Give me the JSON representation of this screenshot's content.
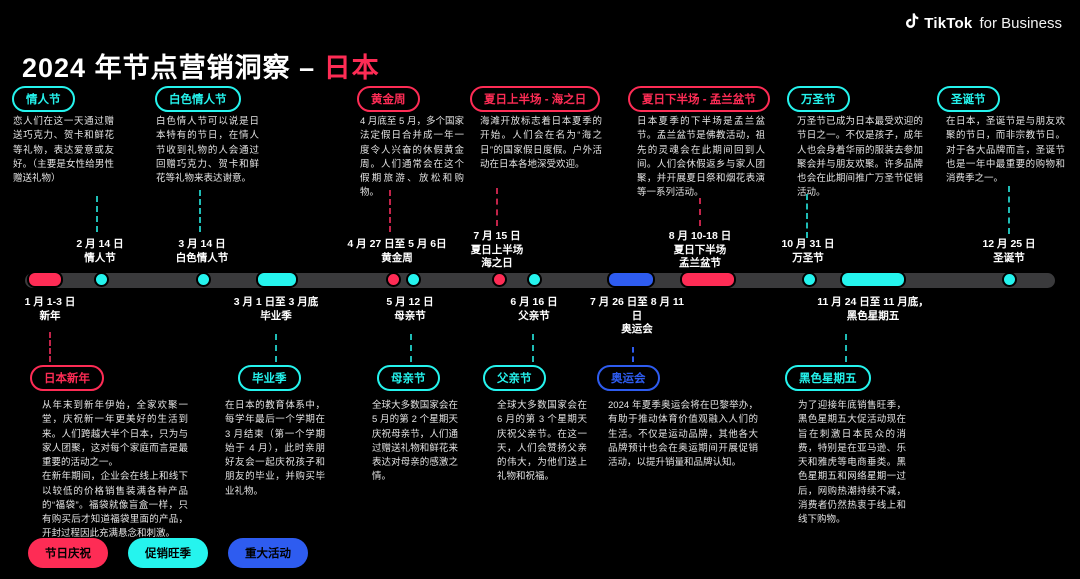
{
  "header": {
    "title_main": "2024 年节点营销洞察 –",
    "title_accent": "日本",
    "logo_wordmark": "TikTok",
    "logo_suffix": "for Business"
  },
  "colors": {
    "pink": "#FE2C55",
    "cyan": "#25F4EE",
    "blue": "#2E5CF0",
    "track": "#3A3A3C",
    "background": "#000000"
  },
  "top_events": [
    {
      "label": "情人节",
      "color": "cyan",
      "desc": "恋人们在这一天通过赠送巧克力、贺卡和鲜花等礼物，表达爱意或友好。（主要是女性给男性赠送礼物）",
      "date_lines": [
        "2 月 14 日",
        "情人节"
      ]
    },
    {
      "label": "白色情人节",
      "color": "cyan",
      "desc": "白色情人节可以说是日本特有的节日，在情人节收到礼物的人会通过回赠巧克力、贺卡和鲜花等礼物来表达谢意。",
      "date_lines": [
        "3 月 14 日",
        "白色情人节"
      ]
    },
    {
      "label": "黄金周",
      "color": "pink",
      "desc": "4 月底至 5 月，多个国家法定假日合并成一年一度令人兴奋的休假黄金周。人们通常会在这个假期旅游、放松和购物。",
      "date_lines": [
        "4 月 27 日至 5 月 6日",
        "黄金周"
      ]
    },
    {
      "label": "夏日上半场 - 海之日",
      "color": "pink",
      "desc": "海滩开放标志着日本夏季的开始。人们会在名为“海之日”的国家假日度假。户外活动在日本各地深受欢迎。",
      "date_lines": [
        "7 月 15 日",
        "夏日上半场",
        "海之日"
      ]
    },
    {
      "label": "夏日下半场 - 孟兰盆节",
      "color": "pink",
      "desc": "日本夏季的下半场是孟兰盆节。孟兰盆节是佛教活动，祖先的灵魂会在此期间回到人间。人们会休假返乡与家人团聚，并开展夏日祭和烟花表演等一系列活动。",
      "date_lines": [
        "8 月 10-18 日",
        "夏日下半场",
        "孟兰盆节"
      ]
    },
    {
      "label": "万圣节",
      "color": "cyan",
      "desc": "万圣节已成为日本最受欢迎的节日之一。不仅是孩子，成年人也会身着华丽的服装去参加聚会并与朋友欢聚。许多品牌也会在此期间推广万圣节促销活动。",
      "date_lines": [
        "10 月 31 日",
        "万圣节"
      ]
    },
    {
      "label": "圣诞节",
      "color": "cyan",
      "desc": "在日本，圣诞节是与朋友欢聚的节日，而非宗教节日。对于各大品牌而言，圣诞节也是一年中最重要的购物和消费季之一。",
      "date_lines": [
        "12 月 25 日",
        "圣诞节"
      ]
    }
  ],
  "bottom_events": [
    {
      "label": "日本新年",
      "color": "pink",
      "date_lines": [
        "1 月 1-3 日",
        "新年"
      ],
      "desc": "从年末到新年伊始，全家欢聚一堂，庆祝新一年更美好的生活到来。人们跨越大半个日本，只为与家人团聚，这对每个家庭而言是最重要的活动之一。\n在新年期间，企业会在线上和线下以较低的价格销售装满各种产品的“福袋”。福袋就像盲盒一样，只有购买后才知道福袋里面的产品，开封过程因此充满悬念和刺激。"
    },
    {
      "label": "毕业季",
      "color": "cyan",
      "date_lines": [
        "3 月 1 日至 3 月底",
        "毕业季"
      ],
      "desc": "在日本的教育体系中，每学年最后一个学期在 3 月结束（第一个学期始于 4 月），此时亲朋好友会一起庆祝孩子和朋友的毕业，并购买毕业礼物。"
    },
    {
      "label": "母亲节",
      "color": "cyan",
      "date_lines": [
        "5 月 12 日",
        "母亲节"
      ],
      "desc": "全球大多数国家会在 5 月的第 2 个星期天庆祝母亲节，人们通过赠送礼物和鲜花来表达对母亲的感激之情。"
    },
    {
      "label": "父亲节",
      "color": "cyan",
      "date_lines": [
        "6 月 16 日",
        "父亲节"
      ],
      "desc": "全球大多数国家会在 6 月的第 3 个星期天庆祝父亲节。在这一天，人们会赞扬父亲的伟大，为他们送上礼物和祝福。"
    },
    {
      "label": "奥运会",
      "color": "blue",
      "date_lines": [
        "7 月 26 日至 8 月 11",
        "日",
        "奥运会"
      ],
      "desc": "2024 年夏季奥运会将在巴黎举办，有助于推动体育价值观融入人们的生活。不仅是运动品牌，其他各大品牌预计也会在奥运期间开展促销活动，以提升销量和品牌认知。"
    },
    {
      "label": "黑色星期五",
      "color": "cyan",
      "date_lines": [
        "11 月 24 日至 11 月底，",
        "黑色星期五"
      ],
      "desc": "为了迎接年底销售旺季，黑色星期五大促活动现在旨在刺激日本民众的消费，特别是在亚马逊、乐天和雅虎等电商垂类。黑色星期五和网络星期一过后，网购热潮持续不减，消费者仍然热衷于线上和线下购物。"
    }
  ],
  "timeline": {
    "marks": [
      {
        "event": "新年",
        "type": "segment",
        "color": "pink"
      },
      {
        "event": "情人节",
        "type": "dot",
        "color": "cyan"
      },
      {
        "event": "白色情人节",
        "type": "dot",
        "color": "cyan"
      },
      {
        "event": "毕业季",
        "type": "segment",
        "color": "cyan"
      },
      {
        "event": "黄金周",
        "type": "dot",
        "color": "pink"
      },
      {
        "event": "母亲节",
        "type": "dot",
        "color": "cyan"
      },
      {
        "event": "海之日",
        "type": "dot",
        "color": "pink"
      },
      {
        "event": "父亲节",
        "type": "dot",
        "color": "cyan"
      },
      {
        "event": "奥运会",
        "type": "segment",
        "color": "blue"
      },
      {
        "event": "孟兰盆节",
        "type": "segment",
        "color": "pink"
      },
      {
        "event": "万圣节",
        "type": "dot",
        "color": "cyan"
      },
      {
        "event": "黑色星期五",
        "type": "segment",
        "color": "cyan"
      },
      {
        "event": "圣诞节",
        "type": "dot",
        "color": "cyan"
      }
    ]
  },
  "legend": [
    {
      "label": "节日庆祝",
      "color": "pink"
    },
    {
      "label": "促销旺季",
      "color": "cyan"
    },
    {
      "label": "重大活动",
      "color": "blue"
    }
  ]
}
